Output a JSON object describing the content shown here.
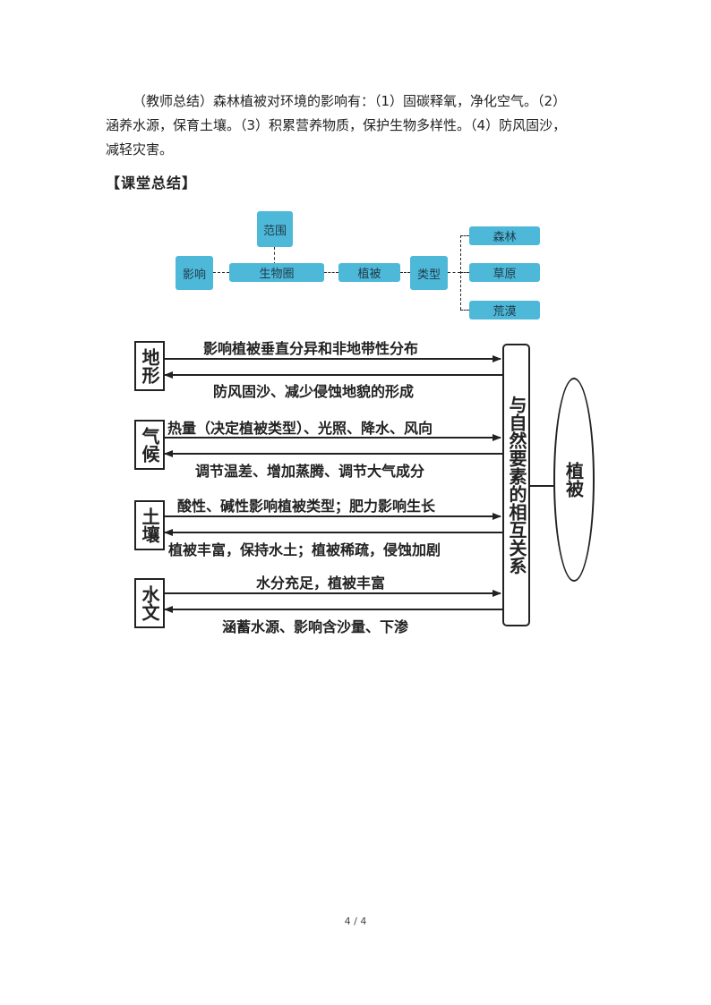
{
  "paragraph": {
    "line1": "（教师总结）森林植被对环境的影响有：（1）固碳释氧，净化空气。（2）",
    "line2": "涵养水源，保育土壤。（3）积累营养物质，保护生物多样性。（4）防风固沙，",
    "line3": "减轻灾害。"
  },
  "section_title": "【课堂总结】",
  "concept_map": {
    "scope": "范围",
    "influence": "影响",
    "biosphere": "生物圈",
    "vegetation": "植被",
    "types": "类型",
    "forest": "森林",
    "grassland": "草原",
    "desert": "荒漠"
  },
  "diagram": {
    "rows": [
      {
        "factor": "地形",
        "to_right": "影响植被垂直分异和非地带性分布",
        "to_left": "防风固沙、减少侵蚀地貌的形成"
      },
      {
        "factor": "气候",
        "to_right": "热量（决定植被类型）、光照、降水、风向",
        "to_left": "调节温差、增加蒸腾、调节大气成分"
      },
      {
        "factor": "土壤",
        "to_right": "酸性、碱性影响植被类型；肥力影响生长",
        "to_left": "植被丰富，保持水土；植被稀疏，侵蚀加剧"
      },
      {
        "factor": "水文",
        "to_right": "水分充足，植被丰富",
        "to_left": "涵蓄水源、影响含沙量、下渗"
      }
    ],
    "center": "与自然要素的相互关系",
    "right": "植被"
  },
  "footer": "4 / 4"
}
